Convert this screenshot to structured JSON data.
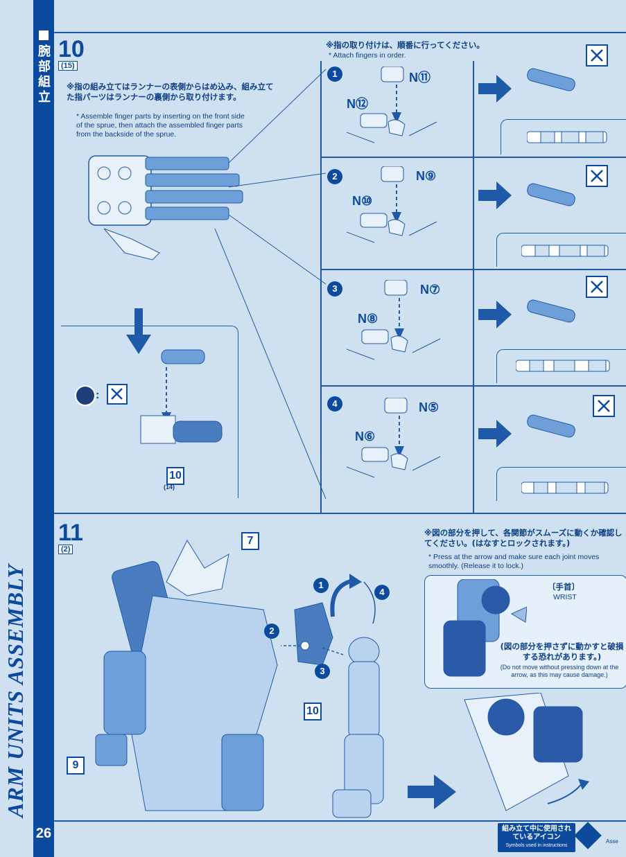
{
  "sidebar": {
    "section_jp": "腕部組立",
    "section_en": "ARM UNITS ASSEMBLY",
    "page_number": "26"
  },
  "step10": {
    "number": "10",
    "sub": "(15)",
    "note_jp": "※指の組み立てはランナーの表側からはめ込み、組み立てた指パーツはランナーの裏側から取り付けます。",
    "note_en": "* Assemble finger parts by inserting on the front side of the sprue, then attach the assembled finger parts from the backside of the sprue.",
    "order_jp": "※指の取り付けは、順番に行ってください。",
    "order_en": "* Attach fingers in order.",
    "fingers": [
      {
        "num": "1",
        "top": "N⑪",
        "bottom": "N⑫"
      },
      {
        "num": "2",
        "top": "N⑨",
        "bottom": "N⑩"
      },
      {
        "num": "3",
        "top": "N⑦",
        "bottom": "N⑧"
      },
      {
        "num": "4",
        "top": "N⑤",
        "bottom": "N⑥"
      }
    ],
    "sub_ref_num": "10",
    "sub_ref_sub": "(14)"
  },
  "step11": {
    "number": "11",
    "sub": "(2)",
    "note_jp": "※図の部分を押して、各関節がスムーズに動くか確認してください。(はなすとロックされます。)",
    "note_en": "* Press at the arrow and make sure each joint moves smoothly. (Release it to lock.)",
    "label7": "7",
    "label9": "9",
    "label10": "10",
    "arrows": [
      "1",
      "2",
      "3",
      "4"
    ],
    "wrist_jp": "〔手首〕",
    "wrist_en": "WRIST",
    "warn_jp": "(図の部分を押さずに動かすと破損する恐れがあります。)",
    "warn_en": "(Do not move without pressing down at the arrow, as this may cause damage.)"
  },
  "footer": {
    "icons_jp": "組み立て中に使用されているアイコン",
    "icons_en": "Symbols used in instructions",
    "assem_label": "Asse"
  },
  "colors": {
    "primary": "#0b4a9c",
    "background": "#cfe0f1",
    "part_fill": "#5b8fd0"
  }
}
